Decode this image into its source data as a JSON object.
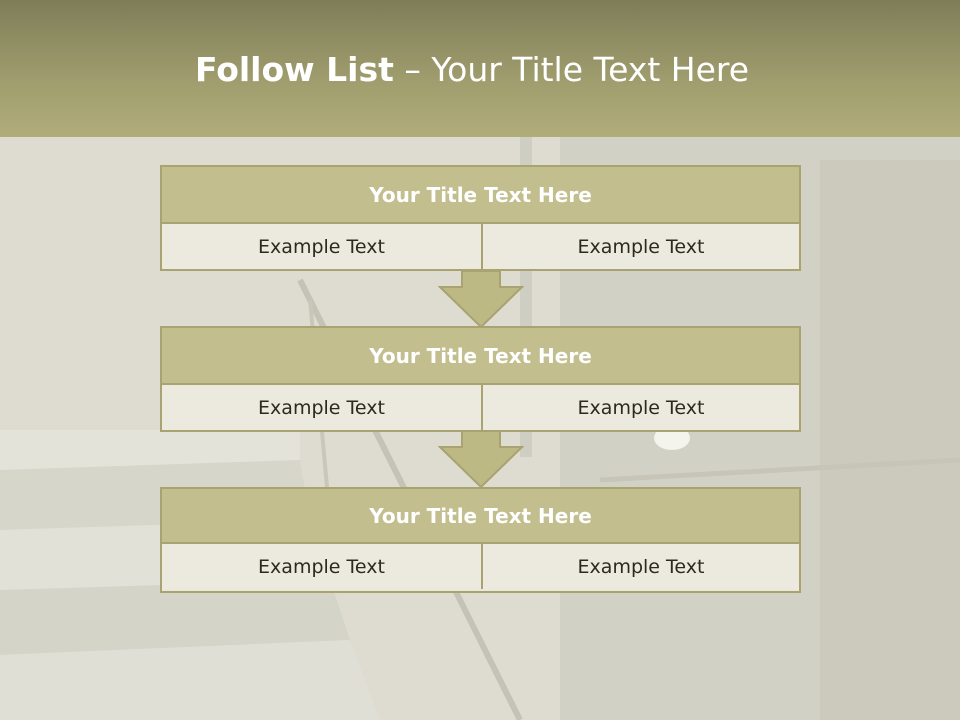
{
  "slide": {
    "title_bold": "Follow List",
    "title_rest": " – Your Title Text Here"
  },
  "colors": {
    "header": "#a09e6e",
    "box_title": "#bebA87",
    "box_border": "#a8a370",
    "cell": "#eae8dc"
  },
  "steps": [
    {
      "title": "Your Title Text Here",
      "left": "Example Text",
      "right": "Example Text"
    },
    {
      "title": "Your Title Text Here",
      "left": "Example Text",
      "right": "Example Text"
    },
    {
      "title": "Your Title Text Here",
      "left": "Example Text",
      "right": "Example Text"
    }
  ],
  "icons": [
    "down-arrow-icon",
    "down-arrow-icon"
  ]
}
